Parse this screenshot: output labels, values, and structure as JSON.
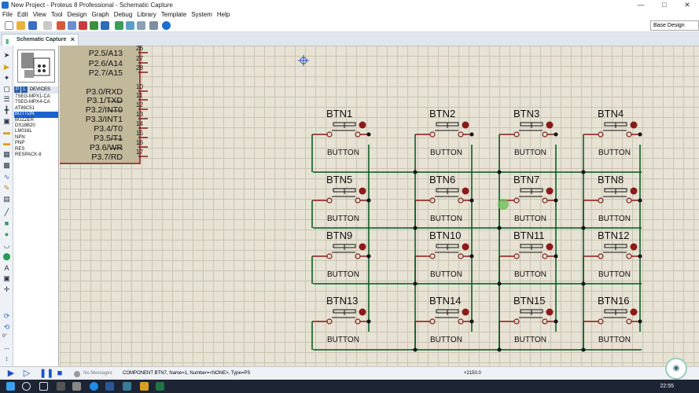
{
  "window": {
    "title": "New Project - Proteus 8 Professional - Schematic Capture"
  },
  "menu": [
    "File",
    "Edit",
    "View",
    "Tool",
    "Design",
    "Graph",
    "Debug",
    "Library",
    "Template",
    "System",
    "Help"
  ],
  "toolbar": {
    "design_select": "Base Design"
  },
  "tab": {
    "label": "Schematic Capture"
  },
  "devices": {
    "header_p": "P",
    "header_l": "L",
    "header_label": "DEVICES",
    "items": [
      "7SEG-MPX1-CA",
      "7SEG-MPX4-CA",
      "AT89C51",
      "BUTTON",
      "BUZZER",
      "DS18B20",
      "LM016L",
      "NPN",
      "PNP",
      "RES",
      "RESPACK-8"
    ],
    "selected": "BUTTON"
  },
  "chip": {
    "pins": [
      {
        "name": "P2.5/A13",
        "num": "26"
      },
      {
        "name": "P2.6/A14",
        "num": "27"
      },
      {
        "name": "P2.7/A15",
        "num": "28"
      },
      {
        "name": "P3.0/RXD",
        "num": "10"
      },
      {
        "name": "P3.1/TXD",
        "num": "11"
      },
      {
        "name": "P3.2/INT0",
        "num": "12"
      },
      {
        "name": "P3.3/INT1",
        "num": "13"
      },
      {
        "name": "P3.4/T0",
        "num": "14"
      },
      {
        "name": "P3.5/T1",
        "num": "15"
      },
      {
        "name": "P3.6/WR",
        "num": "16"
      },
      {
        "name": "P3.7/RD",
        "num": "17"
      }
    ]
  },
  "buttons": [
    "BTN1",
    "BTN2",
    "BTN3",
    "BTN4",
    "BTN5",
    "BTN6",
    "BTN7",
    "BTN8",
    "BTN9",
    "BTN10",
    "BTN11",
    "BTN12",
    "BTN13",
    "BTN14",
    "BTN15",
    "BTN16"
  ],
  "button_type": "BUTTON",
  "status": {
    "messages": "No Messages",
    "component": "COMPONENT BTN7, Name=1, Number=<NONE>, Type=PS",
    "coord": "+2150.0"
  },
  "left_rotation": "0°",
  "clock": "22:55"
}
